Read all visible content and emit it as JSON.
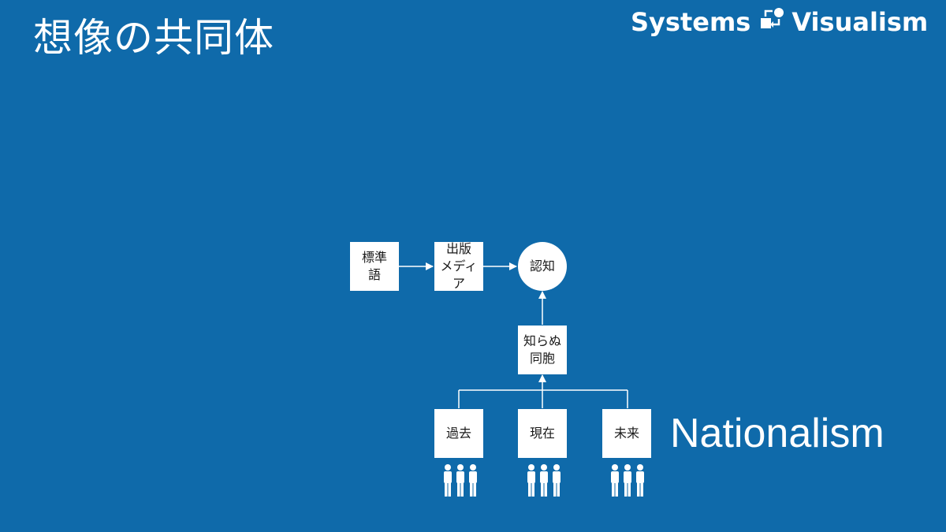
{
  "title": "想像の共同体",
  "logo": {
    "left": "Systems",
    "right": "Visualism"
  },
  "diagram": {
    "standard_language": [
      "標準",
      "語"
    ],
    "print_media": [
      "出版",
      "メディア"
    ],
    "cognition": "認知",
    "unknown_compatriots": [
      "知らぬ",
      "同胞"
    ],
    "past": "過去",
    "present": "現在",
    "future": "未来",
    "people_icon": "people-group-icon"
  },
  "label": "Nationalism",
  "colors": {
    "background": "#0f6aaa",
    "node": "#ffffff",
    "text": "#1a1a1a"
  }
}
